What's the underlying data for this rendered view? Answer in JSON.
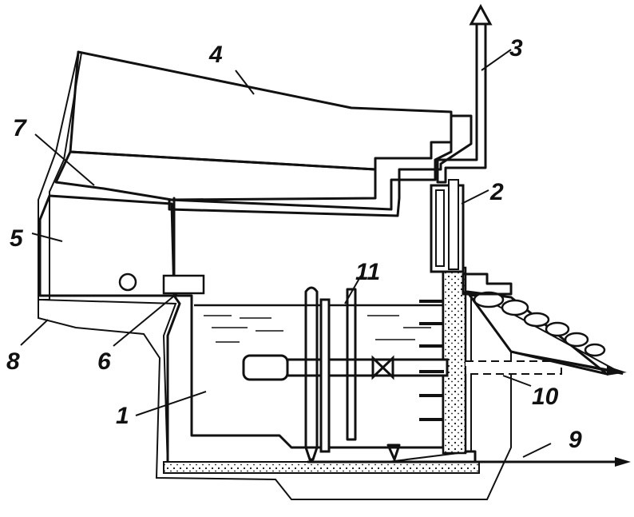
{
  "labels": [
    {
      "id": "1",
      "text": "1"
    },
    {
      "id": "2",
      "text": "2"
    },
    {
      "id": "3",
      "text": "3"
    },
    {
      "id": "4",
      "text": "4"
    },
    {
      "id": "5",
      "text": "5"
    },
    {
      "id": "6",
      "text": "6"
    },
    {
      "id": "7",
      "text": "7"
    },
    {
      "id": "8",
      "text": "8"
    },
    {
      "id": "9",
      "text": "9"
    },
    {
      "id": "10",
      "text": "10"
    },
    {
      "id": "11",
      "text": "11"
    }
  ]
}
